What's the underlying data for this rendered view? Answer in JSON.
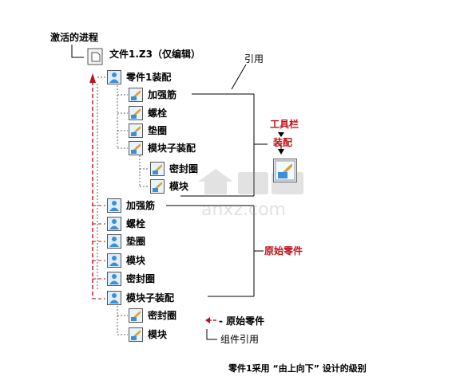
{
  "labels": {
    "active_process": "激活的进程",
    "file": "文件1.Z3（仅编辑）",
    "root_assembly": "零件1装配",
    "rib_1": "加强筋",
    "bolt_1": "螺栓",
    "washer_1": "垫圈",
    "module_sub_1": "模块子装配",
    "seal_1": "密封圈",
    "module_1": "模块",
    "rib_2": "加强筋",
    "bolt_2": "螺栓",
    "washer_2": "垫圈",
    "module_2": "模块",
    "seal_2": "密封圈",
    "module_sub_2": "模块子装配",
    "seal_3": "密封圈",
    "module_3": "模块",
    "reference": "引用",
    "toolbar": "工具栏",
    "assembly": "装配",
    "original_part": "原始零件",
    "legend_original": "- 原始零件",
    "legend_component": "组件引用",
    "caption": "零件1采用 “由上向下” 设计的级别"
  },
  "watermark": {
    "text": "anxz.com"
  },
  "colors": {
    "red": "#c0111a",
    "icon_blue": "#3b8fd6",
    "line": "#000000"
  }
}
